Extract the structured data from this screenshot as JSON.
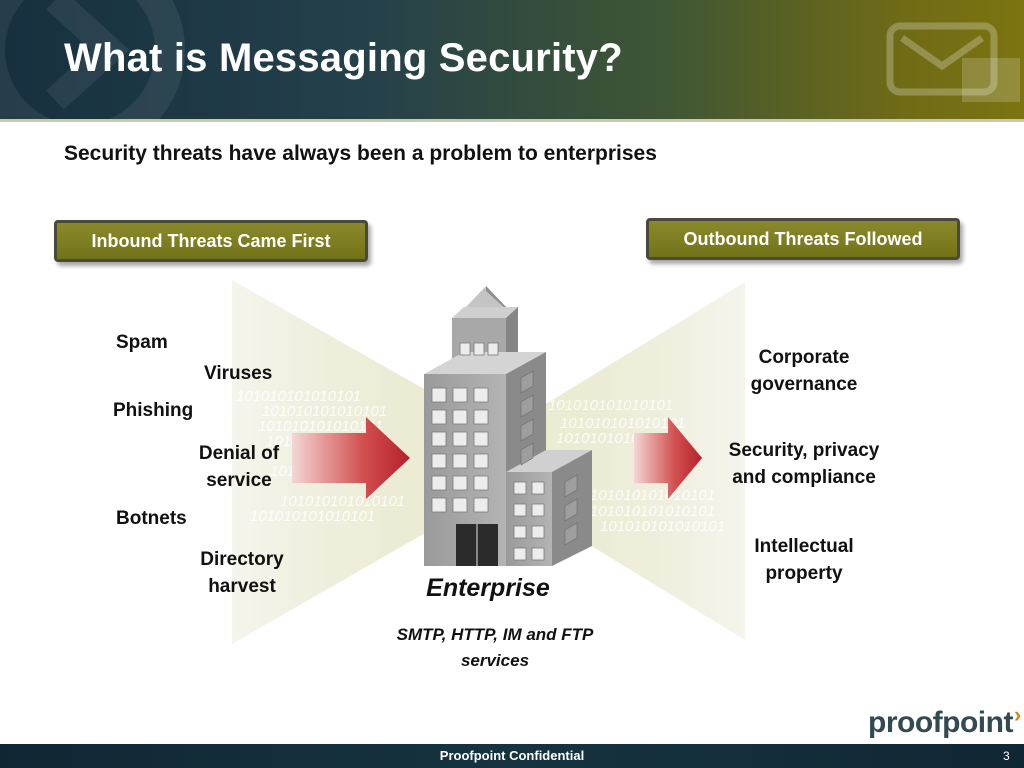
{
  "slide": {
    "title": "What is Messaging Security?",
    "subtitle": "Security threats have always been a problem to enterprises",
    "footer": "Proofpoint Confidential",
    "page_number": "3",
    "logo": "proofpoint"
  },
  "inbound": {
    "heading": "Inbound Threats Came First",
    "threats": [
      "Spam",
      "Viruses",
      "Phishing",
      "Denial of",
      "service",
      "Botnets",
      "Directory",
      "harvest"
    ]
  },
  "outbound": {
    "heading": "Outbound Threats Followed",
    "threats": [
      "Corporate",
      "governance",
      "Security, privacy",
      "and compliance",
      "Intellectual",
      "property"
    ]
  },
  "center": {
    "label": "Enterprise",
    "services_line1": "SMTP, HTTP, IM  and FTP",
    "services_line2": "services"
  },
  "binary_text": "101010101010101",
  "colors": {
    "callout_fill": "#7a7a22",
    "arrow_red": "#c1272d",
    "header_dark": "#16303f",
    "header_olive": "#7c7410"
  },
  "icons": [
    "building-icon",
    "right-arrow-icon",
    "envelope-icon"
  ]
}
